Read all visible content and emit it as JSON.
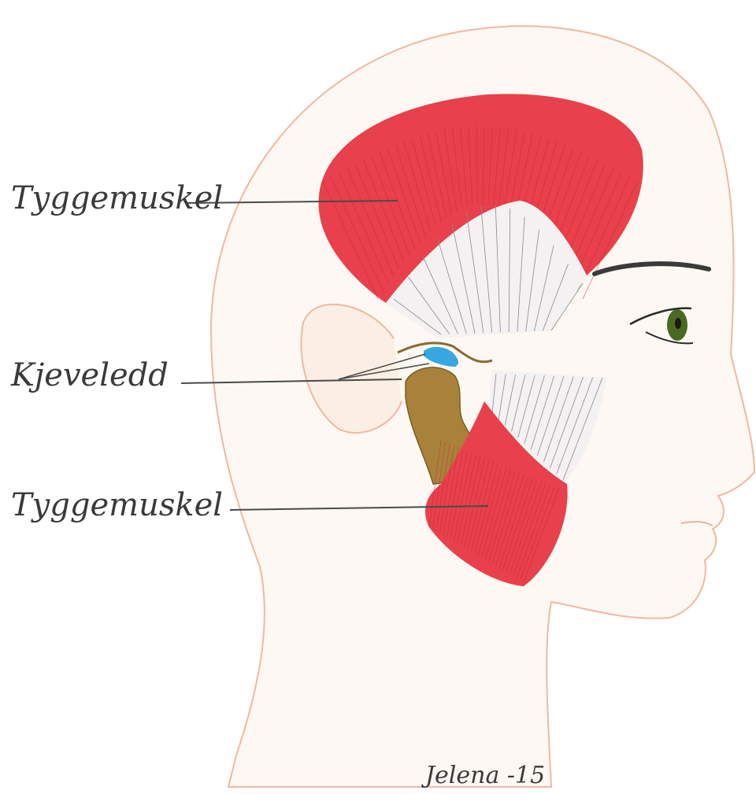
{
  "labels": [
    {
      "id": "upper-muscle",
      "text": "Tyggemuskel"
    },
    {
      "id": "jaw-joint",
      "text": "Kjeveledd"
    },
    {
      "id": "lower-muscle",
      "text": "Tyggemuskel"
    }
  ],
  "signature": "Jelena -15",
  "colors": {
    "muscle": "#e8404c",
    "muscle_dark": "#c92a38",
    "tendon": "#f4f1f2",
    "bone": "#a8823a",
    "joint_disc": "#35a8e0",
    "skin_outline": "#f0b8a0",
    "skin_fill": "#fdf8f3",
    "eye_iris": "#4a6a20",
    "eyebrow": "#3a3a3a",
    "leader_line": "#4a4a4a"
  }
}
